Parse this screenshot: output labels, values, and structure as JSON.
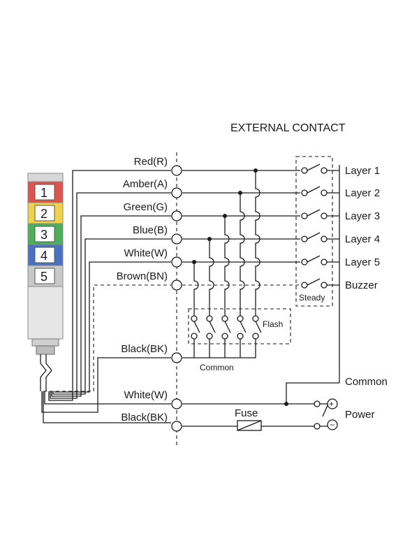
{
  "title": "EXTERNAL CONTACT",
  "tower": {
    "segments": [
      {
        "label": "1",
        "color": "#e0544e"
      },
      {
        "label": "2",
        "color": "#f0d24a"
      },
      {
        "label": "3",
        "color": "#4caf5a"
      },
      {
        "label": "4",
        "color": "#4a72c4"
      },
      {
        "label": "5",
        "color": "#c8c8c8"
      }
    ]
  },
  "wires": [
    {
      "label": "Red(R)",
      "output": "Layer 1"
    },
    {
      "label": "Amber(A)",
      "output": "Layer 2"
    },
    {
      "label": "Green(G)",
      "output": "Layer 3"
    },
    {
      "label": "Blue(B)",
      "output": "Layer 4"
    },
    {
      "label": "White(W)",
      "output": "Layer 5"
    },
    {
      "label": "Brown(BN)",
      "output": "Buzzer"
    }
  ],
  "common_wire": {
    "label": "Black(BK)",
    "text": "Common"
  },
  "power_wires": [
    {
      "label": "White(W)"
    },
    {
      "label": "Black(BK)"
    }
  ],
  "labels": {
    "steady": "Steady",
    "flash": "Flash",
    "common_out": "Common",
    "power": "Power",
    "fuse": "Fuse",
    "plus": "+",
    "minus": "−"
  }
}
